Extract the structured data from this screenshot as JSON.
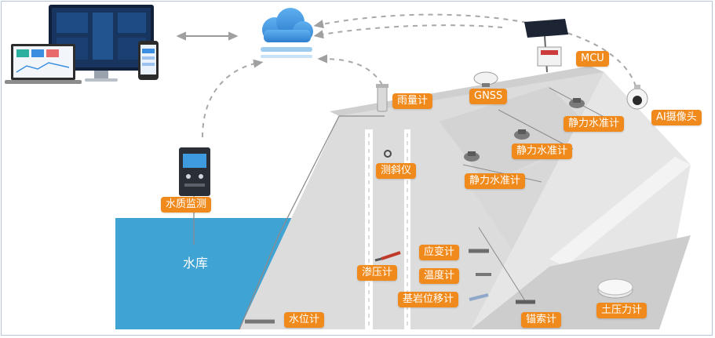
{
  "labels": {
    "rain_gauge": "雨量计",
    "gnss": "GNSS",
    "mcu": "MCU",
    "ai_camera": "AI摄像头",
    "level_gauge_1": "静力水准计",
    "level_gauge_2": "静力水准计",
    "level_gauge_3": "静力水准计",
    "inclinometer": "测斜仪",
    "water_quality": "水质监测",
    "reservoir": "水库",
    "piezometer": "渗压计",
    "strain_gauge": "应变计",
    "thermometer": "温度计",
    "bedrock_extensometer": "基岩位移计",
    "water_level_gauge": "水位计",
    "anchor_gauge": "锚索计",
    "earth_pressure_cell": "土压力计"
  },
  "colors": {
    "label_bg": "#f08a1c",
    "water": "#3fa3d4",
    "dam_top": "#c4c4c4",
    "dam_face": "#e2e2e2",
    "cloud": "#3a8fd9",
    "link_dash": "#a8a8a8"
  },
  "icons": {
    "cloud": "cloud-icon",
    "screens": "monitor-laptop-phone-icon",
    "sync": "double-arrow-icon"
  }
}
